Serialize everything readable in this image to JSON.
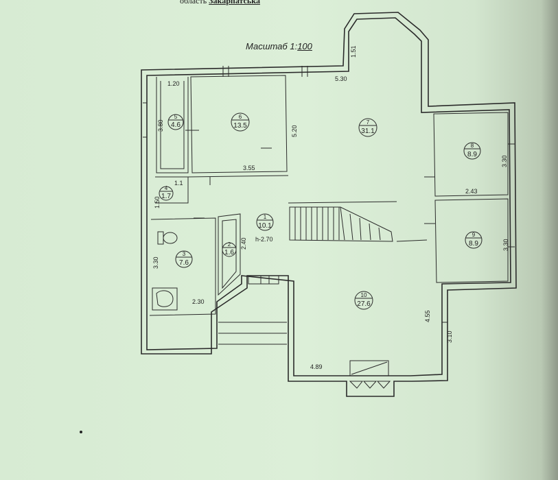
{
  "header": {
    "region_prefix": "область",
    "region_name": "Закарпатська"
  },
  "scale": {
    "label": "Масштаб 1:",
    "value": "100"
  },
  "rooms": [
    {
      "number": "1",
      "area": "10.1",
      "height": "h-2.70"
    },
    {
      "number": "2",
      "area": "1.6"
    },
    {
      "number": "3",
      "area": "7.6"
    },
    {
      "number": "4",
      "area": "1.7"
    },
    {
      "number": "5",
      "area": "4.6"
    },
    {
      "number": "6",
      "area": "13.5"
    },
    {
      "number": "7",
      "area": "31.1"
    },
    {
      "number": "8",
      "area": "8.9"
    },
    {
      "number": "9",
      "area": "8.9"
    },
    {
      "number": "10",
      "area": "27.6"
    }
  ],
  "dimensions": {
    "d_1_20": "1.20",
    "d_3_80": "3.80",
    "d_3_55": "3.55",
    "d_5_20": "5.20",
    "d_5_30": "5.30",
    "d_1_51": "1.51",
    "d_3_30_r8": "3.30",
    "d_2_43": "2.43",
    "d_3_30_r9": "3.30",
    "d_1_1": "1.1",
    "d_1_50": "1.50",
    "d_2_40": "2.40",
    "d_3_30_r3": "3.30",
    "d_2_30": "2.30",
    "d_4_55": "4.55",
    "d_3_10": "3.10",
    "d_4_89": "4.89"
  }
}
